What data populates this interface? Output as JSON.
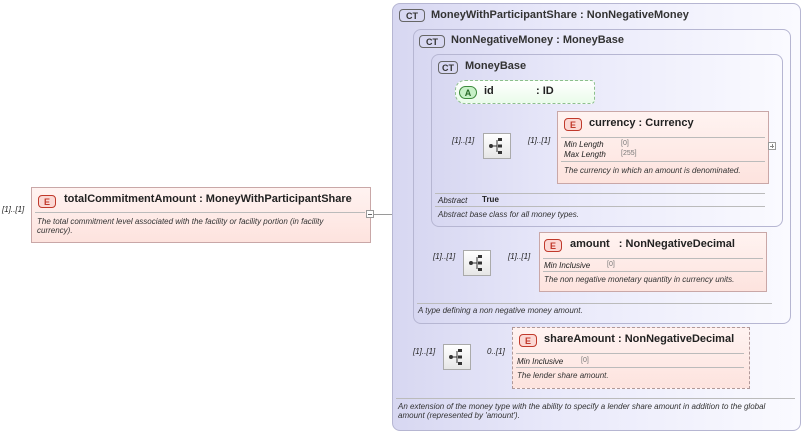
{
  "root": {
    "badge": "E",
    "cardinality": "[1]..[1]",
    "name": "totalCommitmentAmount",
    "type": "MoneyWithParticipantShare",
    "doc": "The total commitment level associated with the facility or facility portion (in facility currency)."
  },
  "ct_outer": {
    "badge": "CT",
    "name": "MoneyWithParticipantShare",
    "base": "NonNegativeMoney",
    "doc": "An extension of the money type with the ability to specify a lender share amount in addition to the global amount (represented by 'amount')."
  },
  "ct_middle": {
    "badge": "CT",
    "name": "NonNegativeMoney",
    "base": "MoneyBase",
    "doc": "A type defining a non negative money amount."
  },
  "ct_inner": {
    "badge": "CT",
    "name": "MoneyBase",
    "abstract_label": "Abstract",
    "abstract_value": "True",
    "doc": "Abstract base class for all money types."
  },
  "attr_id": {
    "badge": "A",
    "name": "id",
    "type": ": ID"
  },
  "seq_currency": {
    "card_left": "[1]..[1]",
    "card_right": "[1]..[1]"
  },
  "el_currency": {
    "badge": "E",
    "name": "currency",
    "type": "Currency",
    "facets": [
      {
        "k": "Min Length",
        "v": "[0]"
      },
      {
        "k": "Max Length",
        "v": "[255]"
      }
    ],
    "doc": "The currency in which an amount is denominated."
  },
  "seq_amount": {
    "card_left": "[1]..[1]",
    "card_right": "[1]..[1]"
  },
  "el_amount": {
    "badge": "E",
    "name": "amount",
    "type": "NonNegativeDecimal",
    "facet_k": "Min Inclusive",
    "facet_v": "[0]",
    "doc": "The non negative monetary quantity in currency units."
  },
  "seq_share": {
    "card_left": "[1]..[1]",
    "card_right": "0..[1]"
  },
  "el_share": {
    "badge": "E",
    "name": "shareAmount",
    "type": "NonNegativeDecimal",
    "facet_k": "Min Inclusive",
    "facet_v": "[0]",
    "doc": "The lender share amount."
  },
  "colon": ":"
}
